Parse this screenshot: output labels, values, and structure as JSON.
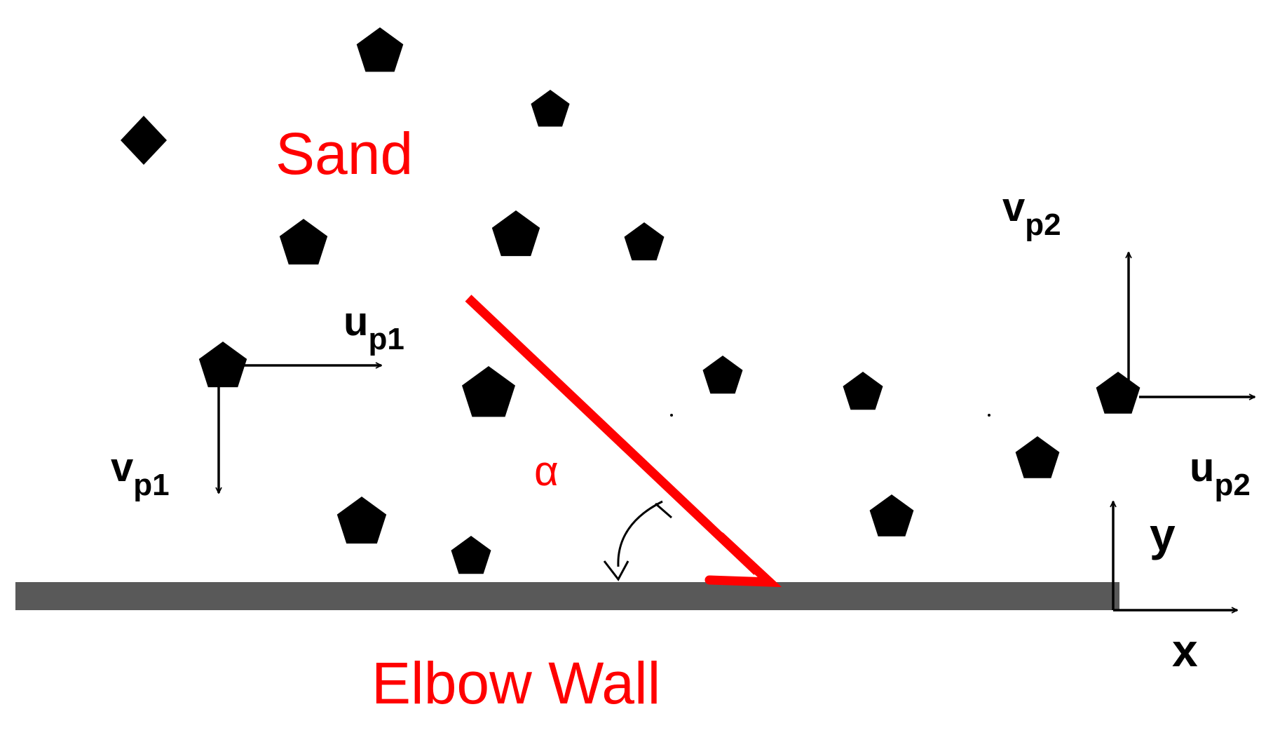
{
  "labels": {
    "sand": "Sand",
    "elbow_wall": "Elbow Wall",
    "alpha": "α",
    "up1_main": "u",
    "up1_sub": "p1",
    "vp1_main": "v",
    "vp1_sub": "p1",
    "vp2_main": "v",
    "vp2_sub": "p2",
    "up2_main": "u",
    "up2_sub": "p2",
    "axis_x": "x",
    "axis_y": "y"
  },
  "colors": {
    "accent": "#ff0000",
    "wall": "#595959",
    "particle": "#000000",
    "arrow": "#000000"
  },
  "icons": {
    "particle": "pentagon-particle",
    "particle_alt": "diamond-particle"
  }
}
